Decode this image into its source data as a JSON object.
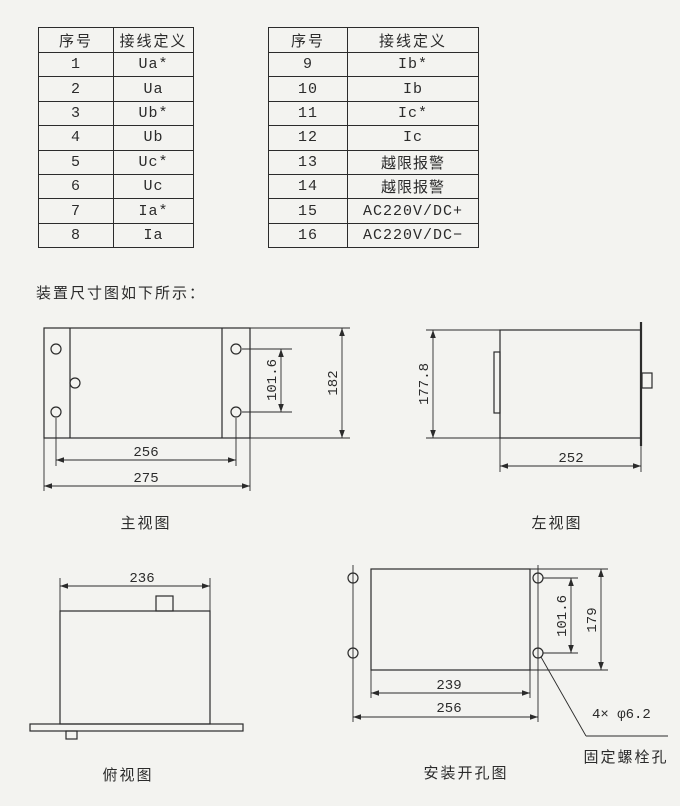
{
  "tables": [
    {
      "headers": [
        "序号",
        "接线定义"
      ],
      "rows": [
        [
          "1",
          "Ua*"
        ],
        [
          "2",
          "Ua"
        ],
        [
          "3",
          "Ub*"
        ],
        [
          "4",
          "Ub"
        ],
        [
          "5",
          "Uc*"
        ],
        [
          "6",
          "Uc"
        ],
        [
          "7",
          "Ia*"
        ],
        [
          "8",
          "Ia"
        ]
      ]
    },
    {
      "headers": [
        "序号",
        "接线定义"
      ],
      "rows": [
        [
          "9",
          "Ib*"
        ],
        [
          "10",
          "Ib"
        ],
        [
          "11",
          "Ic*"
        ],
        [
          "12",
          "Ic"
        ],
        [
          "13",
          "越限报警"
        ],
        [
          "14",
          "越限报警"
        ],
        [
          "15",
          "AC220V/DC+"
        ],
        [
          "16",
          "AC220V/DC−"
        ]
      ]
    }
  ],
  "intro": "装置尺寸图如下所示：",
  "front_view": {
    "caption": "主视图",
    "dimensions": {
      "hole_pitch_vertical": "101.6",
      "height": "182",
      "hole_pitch_horizontal": "256",
      "width": "275"
    }
  },
  "side_view": {
    "caption": "左视图",
    "dimensions": {
      "height": "177.8",
      "depth": "252"
    }
  },
  "top_view": {
    "caption": "俯视图",
    "dimensions": {
      "width": "236"
    }
  },
  "cutout_view": {
    "caption": "安装开孔图",
    "dimensions": {
      "hole_pitch_vertical": "101.6",
      "height": "179",
      "width": "239",
      "hole_pitch_horizontal": "256"
    },
    "hole_callout": "4× φ6.2",
    "hole_label": "固定螺栓孔"
  },
  "colors": {
    "paper": "#f3f3f0",
    "ink": "#2b2b2b"
  }
}
